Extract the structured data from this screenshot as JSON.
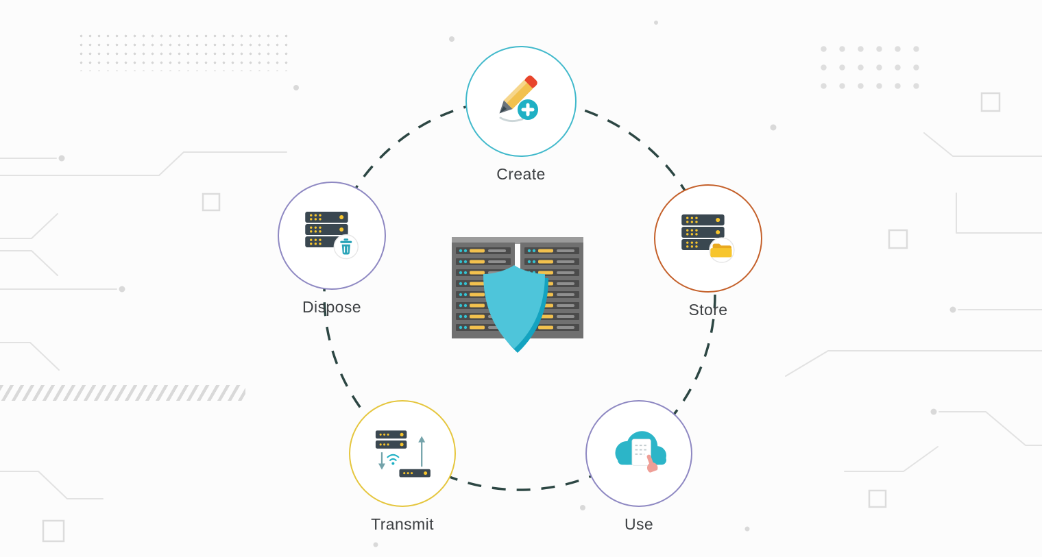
{
  "diagram": {
    "type": "cycle-infographic",
    "subject": "data-lifecycle-security",
    "background": {
      "color": "#fcfcfc",
      "decoration_color": "#e2e2e2"
    },
    "ring": {
      "style": "dashed",
      "color": "#2c4643"
    },
    "center": {
      "icon": "server-racks-shield-icon"
    },
    "label_color": "#3d4043",
    "nodes": [
      {
        "id": "create",
        "label": "Create",
        "ring_color": "#41b9cb",
        "icon": "pencil-plus-icon"
      },
      {
        "id": "store",
        "label": "Store",
        "ring_color": "#c4602a",
        "icon": "servers-folder-icon"
      },
      {
        "id": "use",
        "label": "Use",
        "ring_color": "#8e88c2",
        "icon": "cloud-touch-icon"
      },
      {
        "id": "transmit",
        "label": "Transmit",
        "ring_color": "#e5c63e",
        "icon": "servers-transfer-icon"
      },
      {
        "id": "dispose",
        "label": "Dispose",
        "ring_color": "#8e88c2",
        "icon": "servers-trash-icon"
      }
    ],
    "icon_colors": {
      "server_body": "#3a4750",
      "server_dot": "#f7c52d",
      "teal": "#1fb0c4",
      "yellow": "#f2c14e",
      "red": "#e8452c",
      "rack_gray": "#707070",
      "shield_front": "#4ec5da",
      "shield_back": "#14a3c0",
      "cloud": "#2cb5c8",
      "hand_pink": "#ef9f97",
      "folder_back": "#e9a920",
      "folder_front": "#f7c52d",
      "trash": "#2aa4b8",
      "arrow": "#74a3aa"
    }
  }
}
